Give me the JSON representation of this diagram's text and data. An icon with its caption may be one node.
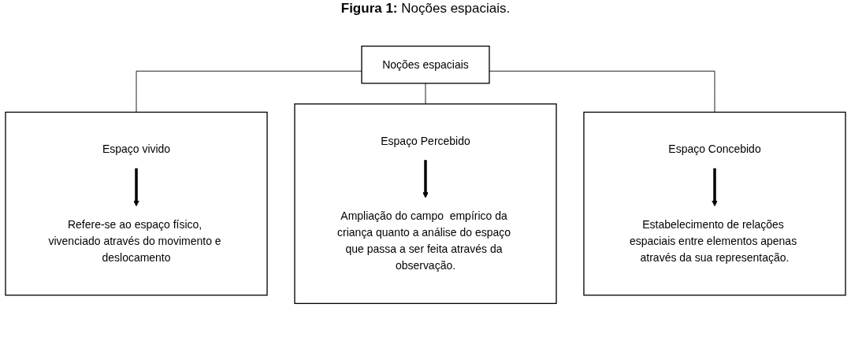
{
  "diagram": {
    "title": "**Figura 1:** Noções espaciais.",
    "nodes": [
      {
        "text": [
          "Noções espaciais"
        ]
      },
      {
        "text": [],
        "shape": "box"
      },
      {
        "text": [
          "Espaço vivido"
        ],
        "in": 1
      },
      {
        "text": [
          "Refere-se ao espaço físico, vivenciado através do movimento e deslocamento"
        ],
        "in": 1
      },
      {
        "text": [],
        "shape": "box"
      },
      {
        "text": [
          "Espaço Percebido"
        ],
        "in": 4
      },
      {
        "text": [
          "Ampliação do campo  empírico da criança quanto a análise do espaço que passa a ser feita através da observação."
        ],
        "in": 4
      },
      {
        "text": [],
        "shape": "box"
      },
      {
        "text": [
          "Espaço Concebido"
        ],
        "in": 7
      },
      {
        "text": [
          "Estabelecimento de relações espaciais entre elementos apenas através da sua representação."
        ],
        "in": 7
      }
    ],
    "edges": [
      {
        "from": 0,
        "to": 1,
        "arrow": "none"
      },
      {
        "from": 0,
        "to": 4,
        "arrow": "none"
      },
      {
        "from": 0,
        "to": 7,
        "arrow": "none"
      },
      {
        "from": 2,
        "to": 3,
        "arrow": "to",
        "style": "thick"
      },
      {
        "from": 5,
        "to": 6,
        "arrow": "to",
        "style": "thick"
      },
      {
        "from": 8,
        "to": 9,
        "arrow": "to",
        "style": "thick"
      }
    ]
  }
}
